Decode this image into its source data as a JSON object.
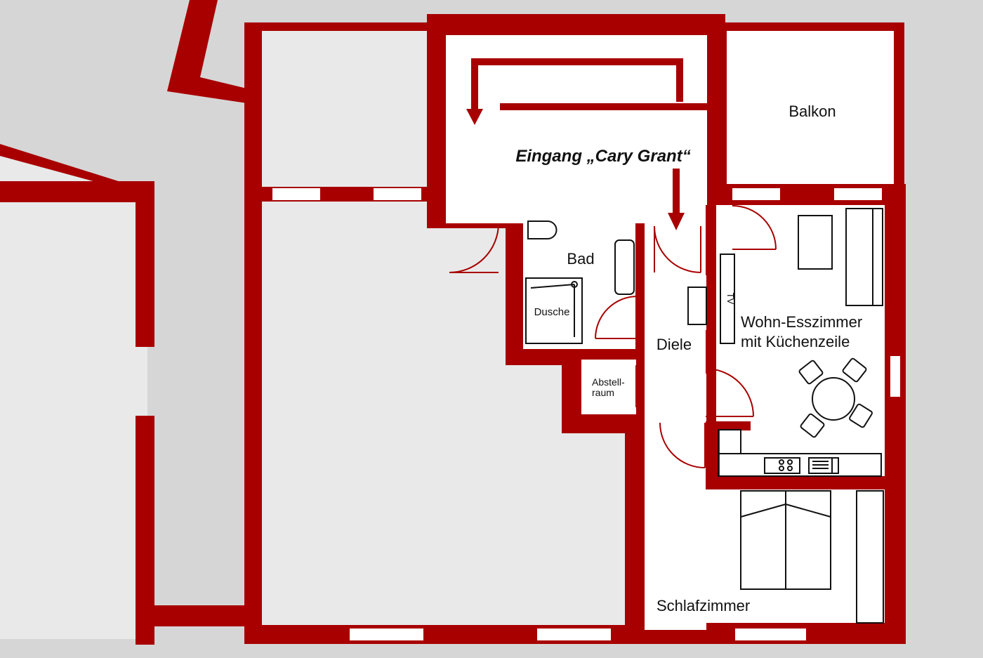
{
  "colors": {
    "wall": "#a80000",
    "floor": "#ffffff",
    "neighbor_floor": "#e8e8e8",
    "background": "#d6d6d6",
    "text": "#111111",
    "furniture": "#111111"
  },
  "entrance": {
    "label": "Eingang „Cary Grant“",
    "icon": "arrow-down-icon"
  },
  "rooms": {
    "balkon": "Balkon",
    "bad": "Bad",
    "dusche": "Dusche",
    "diele": "Diele",
    "abstell_1": "Abstell-",
    "abstell_2": "raum",
    "wohn_1": "Wohn-Esszimmer",
    "wohn_2": "mit Küchenzeile",
    "schlaf": "Schlafzimmer"
  },
  "furniture": {
    "tv": "TV"
  }
}
